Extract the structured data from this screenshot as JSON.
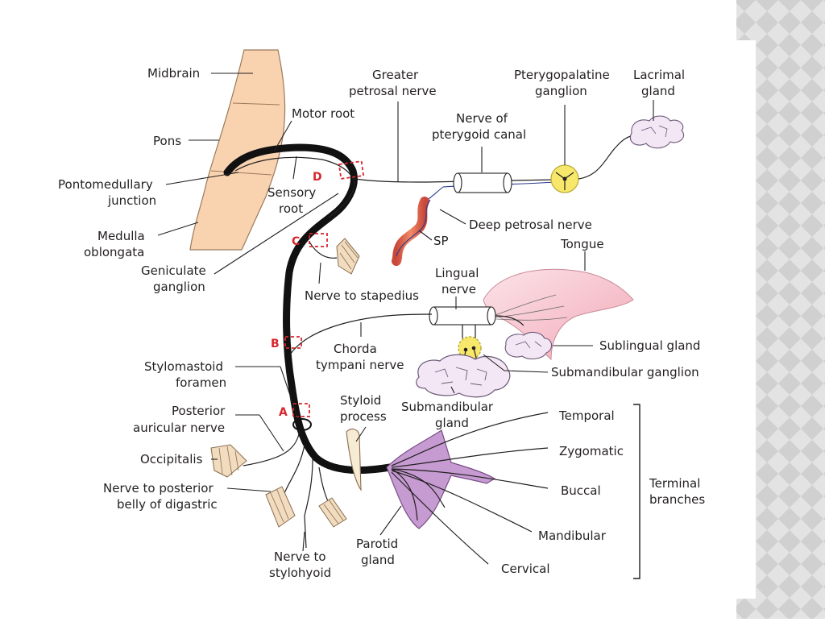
{
  "diagram": {
    "labels": {
      "midbrain": "Midbrain",
      "pons": "Pons",
      "pontomedullary_1": "Pontomedullary",
      "pontomedullary_2": "junction",
      "medulla_1": "Medulla",
      "medulla_2": "oblongata",
      "geniculate_1": "Geniculate",
      "geniculate_2": "ganglion",
      "motor_root": "Motor root",
      "sensory_root_1": "Sensory",
      "sensory_root_2": "root",
      "greater_petrosal_1": "Greater",
      "greater_petrosal_2": "petrosal nerve",
      "pterygoid_canal_1": "Nerve of",
      "pterygoid_canal_2": "pterygoid canal",
      "pterygopalatine_1": "Pterygopalatine",
      "pterygopalatine_2": "ganglion",
      "lacrimal_1": "Lacrimal",
      "lacrimal_2": "gland",
      "deep_petrosal": "Deep petrosal nerve",
      "sp": "SP",
      "tongue": "Tongue",
      "lingual_1": "Lingual",
      "lingual_2": "nerve",
      "stapedius": "Nerve to stapedius",
      "sublingual": "Sublingual gland",
      "submandibular_ganglion": "Submandibular ganglion",
      "chorda_1": "Chorda",
      "chorda_2": "tympani nerve",
      "stylomastoid_1": "Stylomastoid",
      "stylomastoid_2": "foramen",
      "posterior_auricular_1": "Posterior",
      "posterior_auricular_2": "auricular nerve",
      "styloid_1": "Styloid",
      "styloid_2": "process",
      "submandibular_gland_1": "Submandibular",
      "submandibular_gland_2": "gland",
      "occipitalis": "Occipitalis",
      "digastric_1": "Nerve to posterior",
      "digastric_2": "belly of digastric",
      "stylohyoid_1": "Nerve to",
      "stylohyoid_2": "stylohyoid",
      "parotid_1": "Parotid",
      "parotid_2": "gland",
      "temporal": "Temporal",
      "zygomatic": "Zygomatic",
      "buccal": "Buccal",
      "mandibular": "Mandibular",
      "cervical": "Cervical",
      "terminal_1": "Terminal",
      "terminal_2": "branches"
    },
    "markers": {
      "a": "A",
      "b": "B",
      "c": "C",
      "d": "D"
    }
  },
  "colors": {
    "brainstem": "#f9d3b0",
    "parotid": "#c59bd1",
    "tongue": "#f7c6cf",
    "ganglion": "#f7e76a",
    "gland": "#f3e6f5",
    "artery": "#e8724e",
    "muscle": "#f1dcc0",
    "marker": "#d7262b"
  }
}
